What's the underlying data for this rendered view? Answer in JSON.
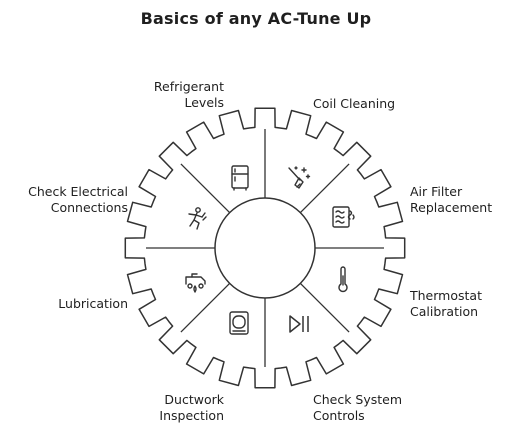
{
  "title": "Basics of any AC-Tune Up",
  "labels": {
    "refrigerant": {
      "line1": "Refrigerant",
      "line2": "Levels"
    },
    "coil": {
      "line1": "Coil Cleaning"
    },
    "electrical": {
      "line1": "Check Electrical",
      "line2": "Connections"
    },
    "air_filter": {
      "line1": "Air Filter",
      "line2": "Replacement"
    },
    "lubrication": {
      "line1": "Lubrication"
    },
    "thermostat": {
      "line1": "Thermostat",
      "line2": "Calibration"
    },
    "ductwork": {
      "line1": "Ductwork",
      "line2": "Inspection"
    },
    "system_controls": {
      "line1": "Check System",
      "line2": "Controls"
    }
  },
  "icons": [
    "refrigerator-icon",
    "cleaning-sparkle-icon",
    "air-vent-icon",
    "thermometer-icon",
    "play-pause-icon",
    "air-conditioner-icon",
    "oil-can-icon",
    "electrical-worker-icon"
  ],
  "colors": {
    "stroke": "#333333",
    "text": "#1f1f1f",
    "background": "#ffffff"
  }
}
